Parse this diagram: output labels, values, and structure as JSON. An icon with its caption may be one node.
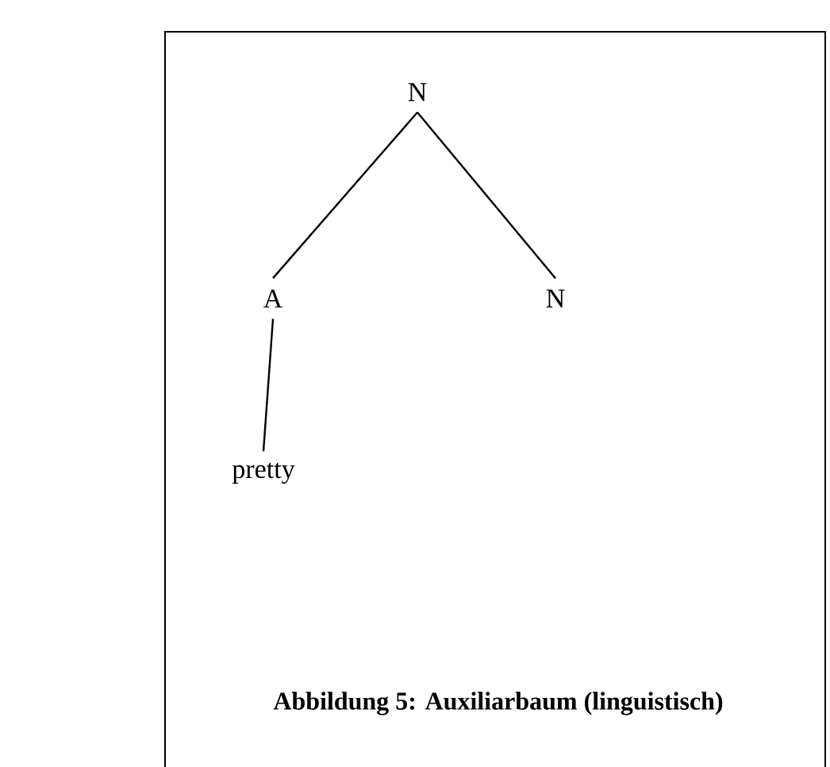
{
  "diagram": {
    "caption": "Abbildung 5: Auxiliarbaum (linguistisch)",
    "nodes": [
      {
        "text": [
          "N"
        ]
      },
      {
        "text": [
          "A"
        ]
      },
      {
        "text": [
          "N"
        ]
      },
      {
        "text": [
          "pretty"
        ]
      }
    ],
    "edges": [
      {
        "from": 0,
        "to": 1,
        "arrow": "none"
      },
      {
        "from": 0,
        "to": 2,
        "arrow": "none"
      },
      {
        "from": 1,
        "to": 3,
        "arrow": "none"
      }
    ]
  }
}
